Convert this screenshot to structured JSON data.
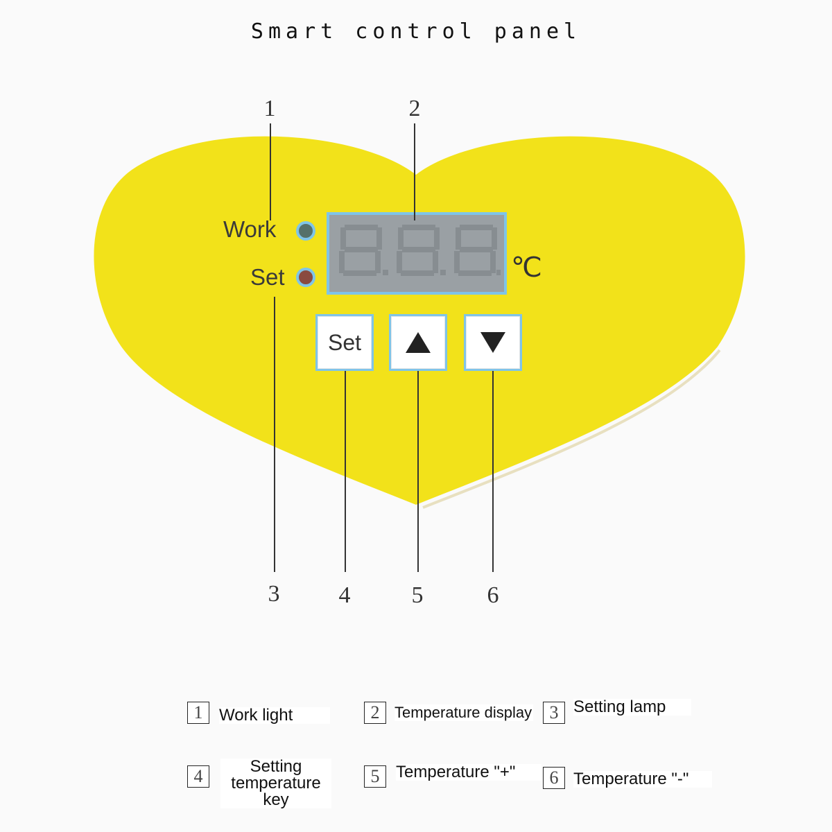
{
  "title": "Smart control panel",
  "panel": {
    "work_label": "Work",
    "set_label": "Set",
    "unit": "℃",
    "set_key_label": "Set",
    "up_key_icon": "up-arrow-icon",
    "down_key_icon": "down-arrow-icon",
    "work_led_color": "#55706a",
    "set_led_color": "#8a4a40",
    "heart_color": "#f2e21a",
    "display_color": "#9aa0a4",
    "key_border_color": "#7fc4e8"
  },
  "callouts": [
    "1",
    "2",
    "3",
    "4",
    "5",
    "6"
  ],
  "legend": [
    {
      "num": "1",
      "text": "Work light"
    },
    {
      "num": "2",
      "text": "Temperature display"
    },
    {
      "num": "3",
      "text": "Setting lamp"
    },
    {
      "num": "4",
      "text": "Setting temperature key"
    },
    {
      "num": "5",
      "text": "Temperature \"+\""
    },
    {
      "num": "6",
      "text": "Temperature \"-\""
    }
  ]
}
